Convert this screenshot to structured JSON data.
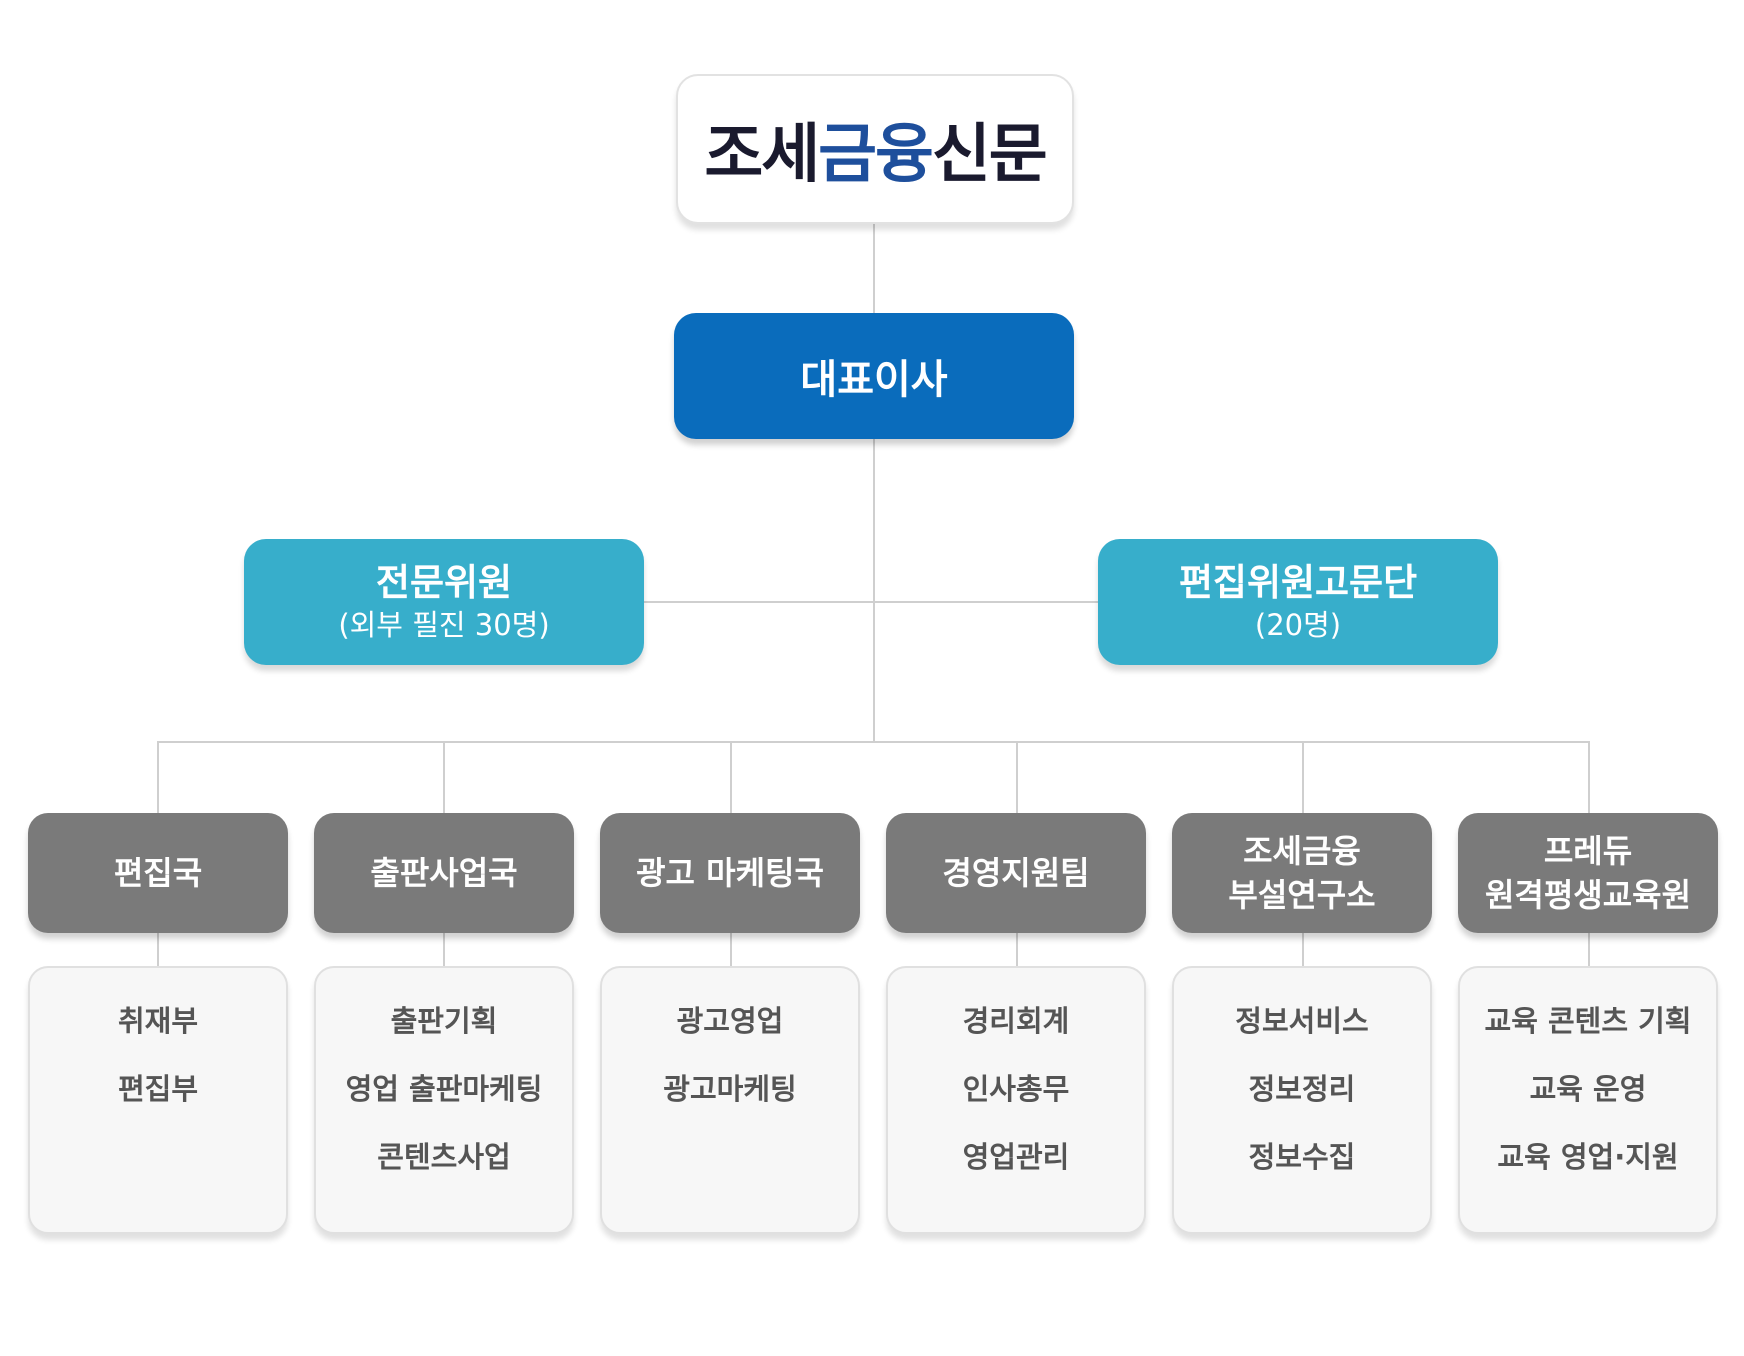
{
  "logo": {
    "p1": "조세",
    "p2": "금융",
    "p3": "신문"
  },
  "ceo": {
    "label": "대표이사"
  },
  "advisors": [
    {
      "title": "전문위원",
      "sub": "(외부 필진 30명)"
    },
    {
      "title": "편집위원고문단",
      "sub": "(20명)"
    }
  ],
  "departments": [
    {
      "line1": "편집국",
      "line2": "",
      "subs": [
        "취재부",
        "편집부"
      ]
    },
    {
      "line1": "출판사업국",
      "line2": "",
      "subs": [
        "출판기획",
        "영업 출판마케팅",
        "콘텐츠사업"
      ]
    },
    {
      "line1": "광고 마케팅국",
      "line2": "",
      "subs": [
        "광고영업",
        "광고마케팅"
      ]
    },
    {
      "line1": "경영지원팀",
      "line2": "",
      "subs": [
        "경리회계",
        "인사총무",
        "영업관리"
      ]
    },
    {
      "line1": "조세금융",
      "line2": "부설연구소",
      "subs": [
        "정보서비스",
        "정보정리",
        "정보수집"
      ]
    },
    {
      "line1": "프레듀",
      "line2": "원격평생교육원",
      "subs": [
        "교육 콘텐츠 기획",
        "교육 운영",
        "교육 영업·지원"
      ]
    }
  ]
}
